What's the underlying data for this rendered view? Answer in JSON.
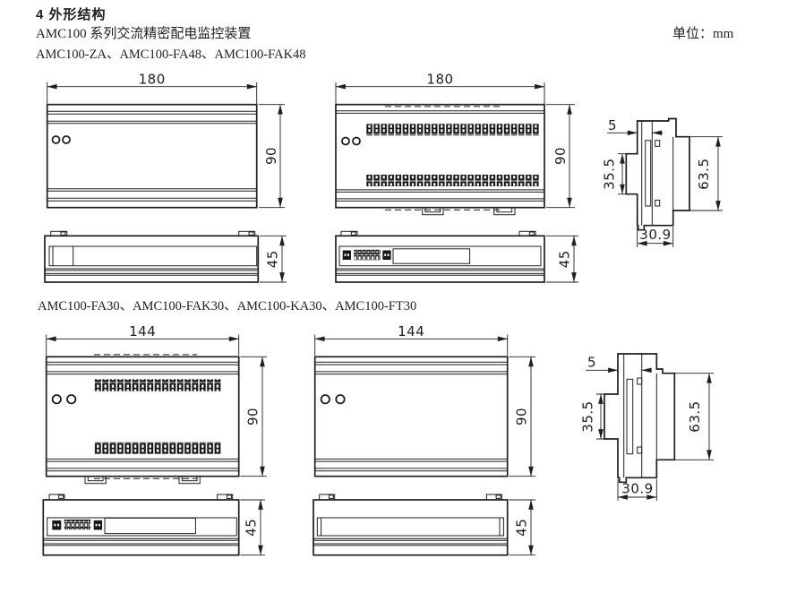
{
  "header": {
    "section_title": "4 外形结构",
    "subtitle": "AMC100 系列交流精密配电监控装置",
    "unit_label": "单位：mm"
  },
  "groups": [
    {
      "models": "AMC100-ZA、AMC100-FA48、AMC100-FAK48",
      "dims": {
        "width": "180",
        "height": "90",
        "depth": "45",
        "front_lip": "5",
        "rail_clip": "35.5",
        "body_height": "63.5",
        "body_depth": "30.9"
      }
    },
    {
      "models": "AMC100-FA30、AMC100-FAK30、AMC100-KA30、AMC100-FT30",
      "dims": {
        "width": "144",
        "height": "90",
        "depth": "45",
        "front_lip": "5",
        "rail_clip": "35.5",
        "body_height": "63.5",
        "body_depth": "30.9"
      }
    }
  ]
}
